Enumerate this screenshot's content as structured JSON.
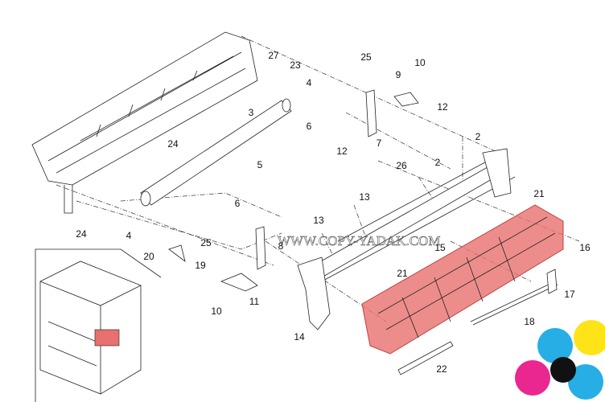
{
  "watermark": "WWW.COPY-YADAK.COM",
  "highlight_color": "#e8706e",
  "labels": [
    "27",
    "23",
    "25",
    "10",
    "4",
    "9",
    "3",
    "6",
    "7",
    "12",
    "2",
    "24",
    "5",
    "12",
    "26",
    "2",
    "13",
    "21",
    "6",
    "13",
    "4",
    "24",
    "25",
    "8",
    "15",
    "16",
    "20",
    "19",
    "21",
    "17",
    "11",
    "10",
    "14",
    "18",
    "22"
  ],
  "logo_colors": [
    "#00a0e0",
    "#e6007e",
    "#ffe000",
    "#111111"
  ]
}
